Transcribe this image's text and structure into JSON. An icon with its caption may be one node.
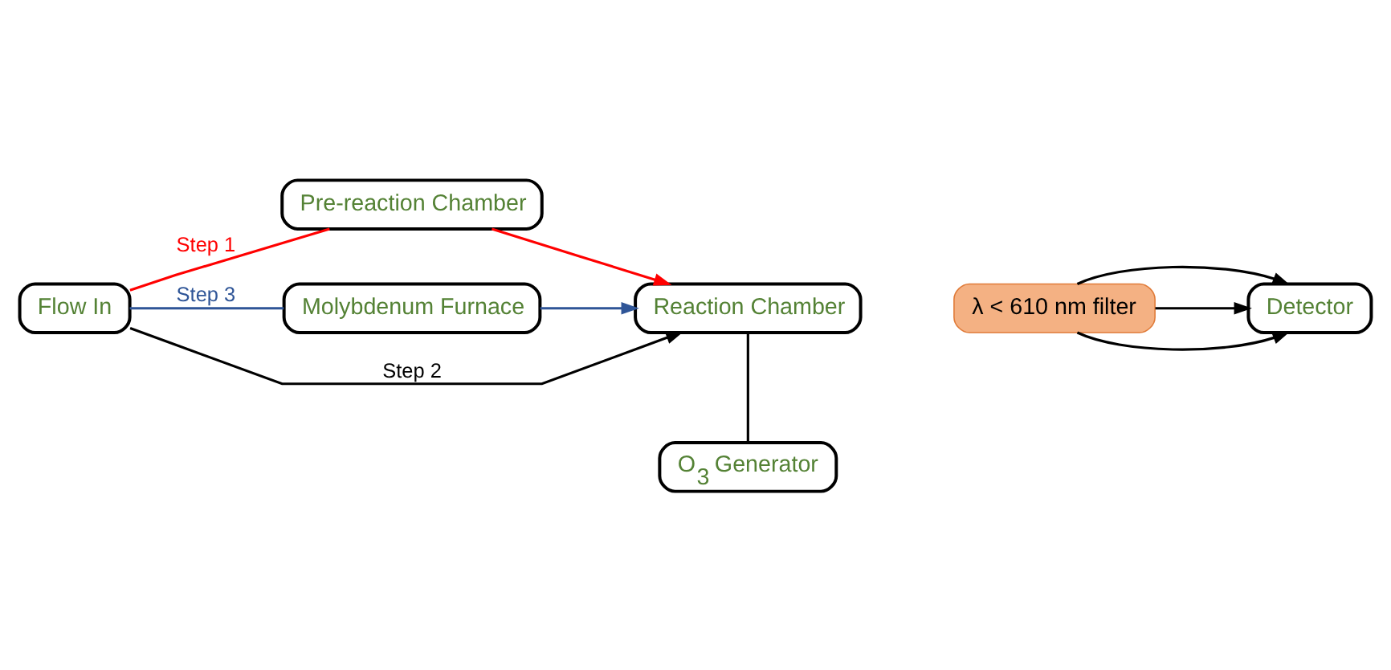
{
  "diagram": {
    "nodes": [
      {
        "text": [
          "Flow In"
        ]
      },
      {
        "text": [
          "Pre-reaction Chamber"
        ]
      },
      {
        "text": [
          "Molybdenum Furnace"
        ]
      },
      {
        "text": [
          "O$_{3}$ Generator"
        ]
      },
      {
        "text": [
          "Reaction Chamber"
        ]
      },
      {
        "text": [
          "λ < 610 nm filter"
        ]
      },
      {
        "text": [
          "Detector"
        ]
      }
    ],
    "edges": [
      {
        "from": 0,
        "to": 4,
        "arrow": "to",
        "label": "Step 2"
      },
      {
        "from": 0,
        "to": 1,
        "arrow": "none",
        "label": "Step 1",
        "color": "#ff0000"
      },
      {
        "from": 1,
        "to": 4,
        "arrow": "to",
        "color": "#ff0000"
      },
      {
        "from": 0,
        "to": 2,
        "arrow": "none",
        "label": "Step 3",
        "color": "#2f5597"
      },
      {
        "from": 2,
        "to": 4,
        "arrow": "to",
        "color": "#2f5597"
      },
      {
        "from": 3,
        "to": 4,
        "arrow": "none"
      },
      {
        "from": 5,
        "to": 6,
        "arrow": "to"
      },
      {
        "from": 5,
        "to": 6,
        "arrow": "to"
      },
      {
        "from": 5,
        "to": 6,
        "arrow": "to"
      }
    ]
  }
}
